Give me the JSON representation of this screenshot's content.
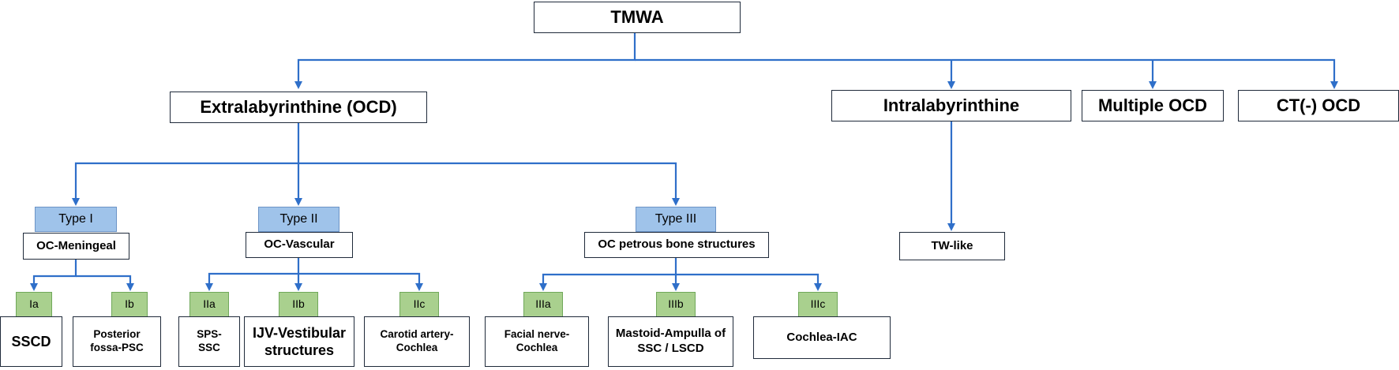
{
  "root": {
    "label": "TMWA"
  },
  "categories": {
    "extralabyrinthine": "Extralabyrinthine (OCD)",
    "intralabyrinthine": "Intralabyrinthine",
    "multiple": "Multiple OCD",
    "ct_negative": "CT(-) OCD"
  },
  "types": [
    {
      "label": "Type I",
      "description": "OC-Meningeal",
      "subtypes": [
        {
          "code": "Ia",
          "label": "SSCD"
        },
        {
          "code": "Ib",
          "label": "Posterior fossa-PSC"
        }
      ]
    },
    {
      "label": "Type II",
      "description": "OC-Vascular",
      "subtypes": [
        {
          "code": "IIa",
          "label": "SPS-SSC"
        },
        {
          "code": "IIb",
          "label": "IJV-Vestibular structures"
        },
        {
          "code": "IIc",
          "label": "Carotid artery-Cochlea"
        }
      ]
    },
    {
      "label": "Type III",
      "description": "OC petrous bone structures",
      "subtypes": [
        {
          "code": "IIIa",
          "label": "Facial nerve-Cochlea"
        },
        {
          "code": "IIIb",
          "label": "Mastoid-Ampulla of SSC / LSCD"
        },
        {
          "code": "IIIc",
          "label": "Cochlea-IAC"
        }
      ]
    }
  ],
  "intralabyrinthine_child": "TW-like",
  "colors": {
    "connector": "#2f6fc9",
    "type_fill": "#9fc3ea",
    "subtype_fill": "#a9d08e",
    "border": "#1f2a3a"
  }
}
